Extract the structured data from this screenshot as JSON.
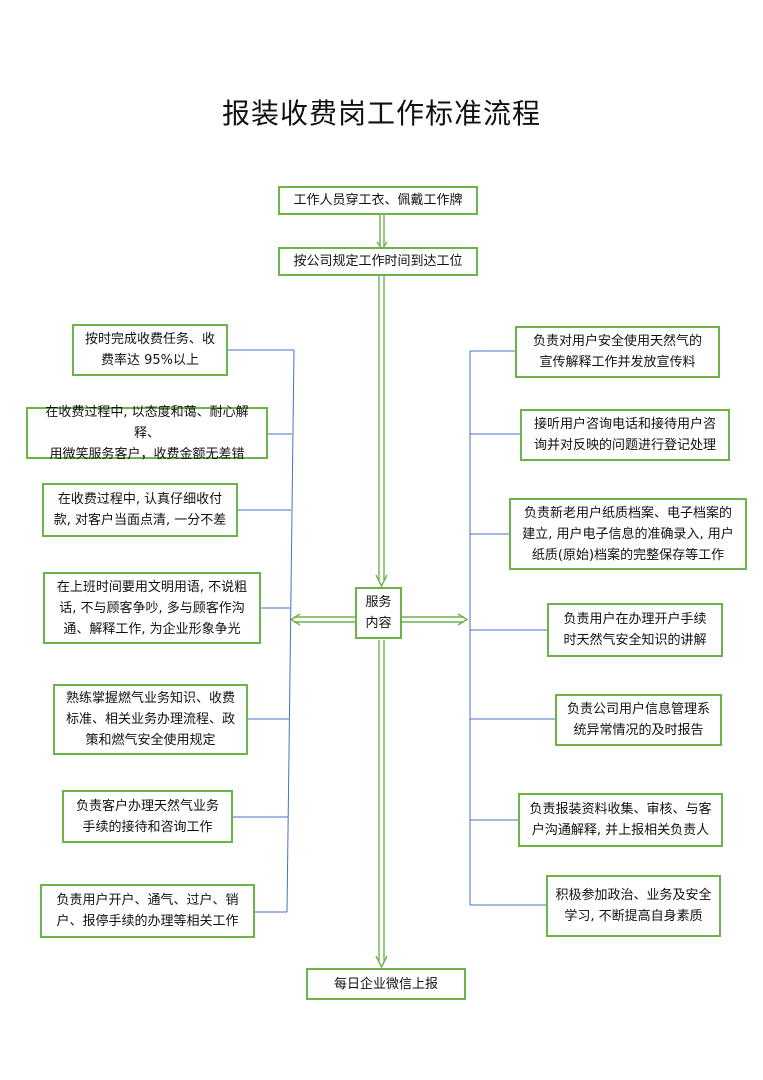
{
  "title": "报装收费岗工作标准流程",
  "flow": {
    "start1": "工作人员穿工衣、佩戴工作牌",
    "start2": "按公司规定工作时间到达工位",
    "center": "服务\n内容",
    "end": "每日企业微信上报"
  },
  "left_items": [
    "按时完成收费任务、收\n费率达 95%以上",
    "在收费过程中, 以态度和蔼、耐心解释、\n用微笑服务客户，收费金额无差错",
    "在收费过程中, 认真仔细收付\n款, 对客户当面点清, 一分不差",
    "在上班时间要用文明用语, 不说粗\n话, 不与顾客争吵, 多与顾客作沟\n通、解释工作, 为企业形象争光",
    "熟练掌握燃气业务知识、收费\n标准、相关业务办理流程、政\n策和燃气安全使用规定",
    "负责客户办理天然气业务\n手续的接待和咨询工作",
    "负责用户开户、通气、过户、销\n户、报停手续的办理等相关工作"
  ],
  "right_items": [
    "负责对用户安全使用天然气的\n宣传解释工作并发放宣传料",
    "接听用户咨询电话和接待用户咨\n询并对反映的问题进行登记处理",
    "负责新老用户纸质档案、电子档案的\n建立, 用户电子信息的准确录入, 用户\n纸质(原始)档案的完整保存等工作",
    "负责用户在办理开户手续\n时天然气安全知识的讲解",
    "负责公司用户信息管理系\n统异常情况的及时报告",
    "负责报装资料收集、审核、与客\n户沟通解释, 并上报相关负责人",
    "积极参加政治、业务及安全\n学习, 不断提高自身素质"
  ],
  "colors": {
    "box_border": "#6cb34a",
    "connector": "#4472c4",
    "arrow": "#6cb34a"
  }
}
